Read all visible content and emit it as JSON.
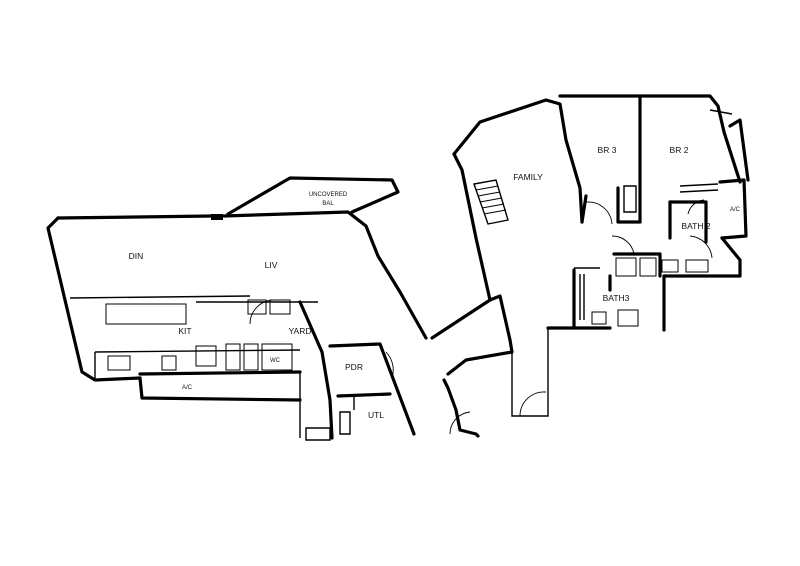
{
  "rooms": {
    "uncovered_bal_line1": "UNCOVERED",
    "uncovered_bal_line2": "BAL",
    "din": "DIN",
    "liv": "LIV",
    "kit": "KIT",
    "yard": "YARD",
    "ac_left": "A/C",
    "pdr": "PDR",
    "utl": "UTL",
    "family": "FAMILY",
    "br3": "BR 3",
    "br2": "BR 2",
    "bath2": "BATH 2",
    "bath3": "BATH3",
    "ac_right": "A/C",
    "wc": "WC"
  }
}
